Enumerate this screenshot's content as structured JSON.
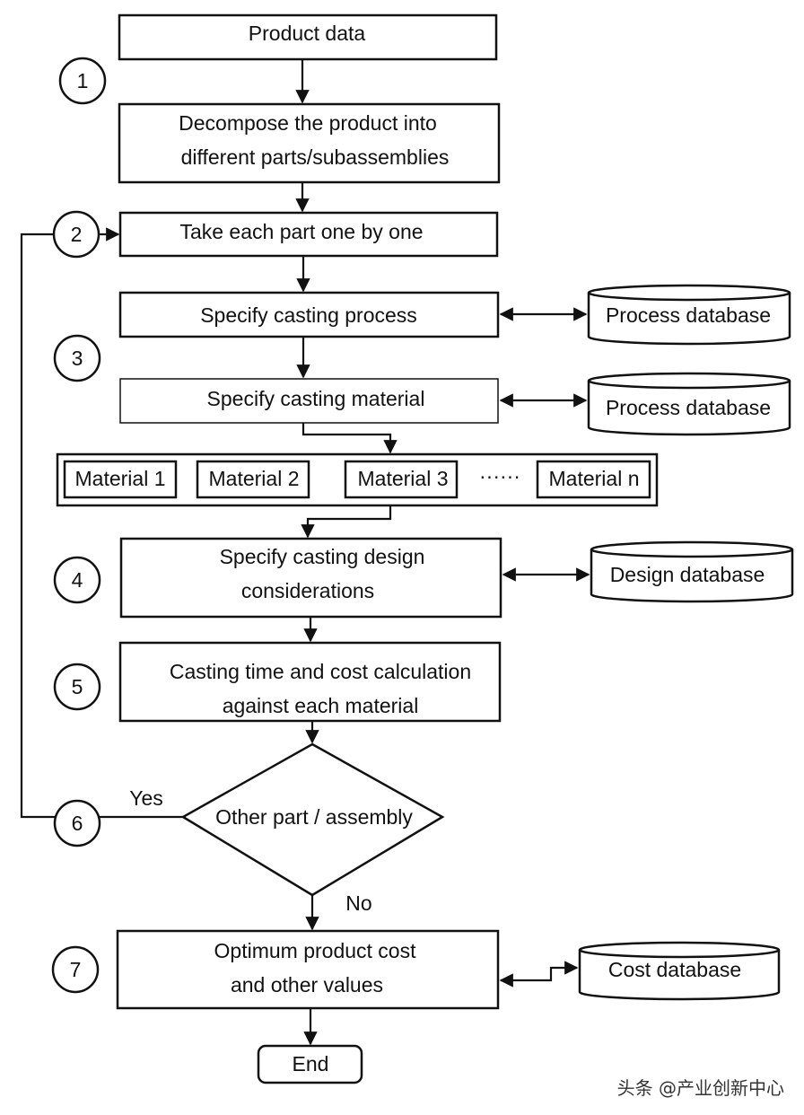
{
  "steps": {
    "product_data": "Product data",
    "decompose_line1": "Decompose the product into",
    "decompose_line2": "different parts/subassemblies",
    "take_each": "Take each part one by one",
    "specify_process": "Specify casting process",
    "specify_material": "Specify casting material",
    "design_line1": "Specify casting design",
    "design_line2": "considerations",
    "calc_line1": "Casting time and cost calculation",
    "calc_line2": "against each material",
    "decision": "Other part / assembly",
    "optimum_line1": "Optimum product cost",
    "optimum_line2": "and other values",
    "end": "End"
  },
  "materials": {
    "m1": "Material 1",
    "m2": "Material 2",
    "m3": "Material 3",
    "ellipsis": "······",
    "mn": "Material n"
  },
  "databases": {
    "process_db_1": "Process database",
    "process_db_2": "Process database",
    "design_db": "Design database",
    "cost_db": "Cost database"
  },
  "step_numbers": {
    "n1": "1",
    "n2": "2",
    "n3": "3",
    "n4": "4",
    "n5": "5",
    "n6": "6",
    "n7": "7"
  },
  "branch_labels": {
    "yes": "Yes",
    "no": "No"
  },
  "watermark": "头条 @产业创新中心"
}
